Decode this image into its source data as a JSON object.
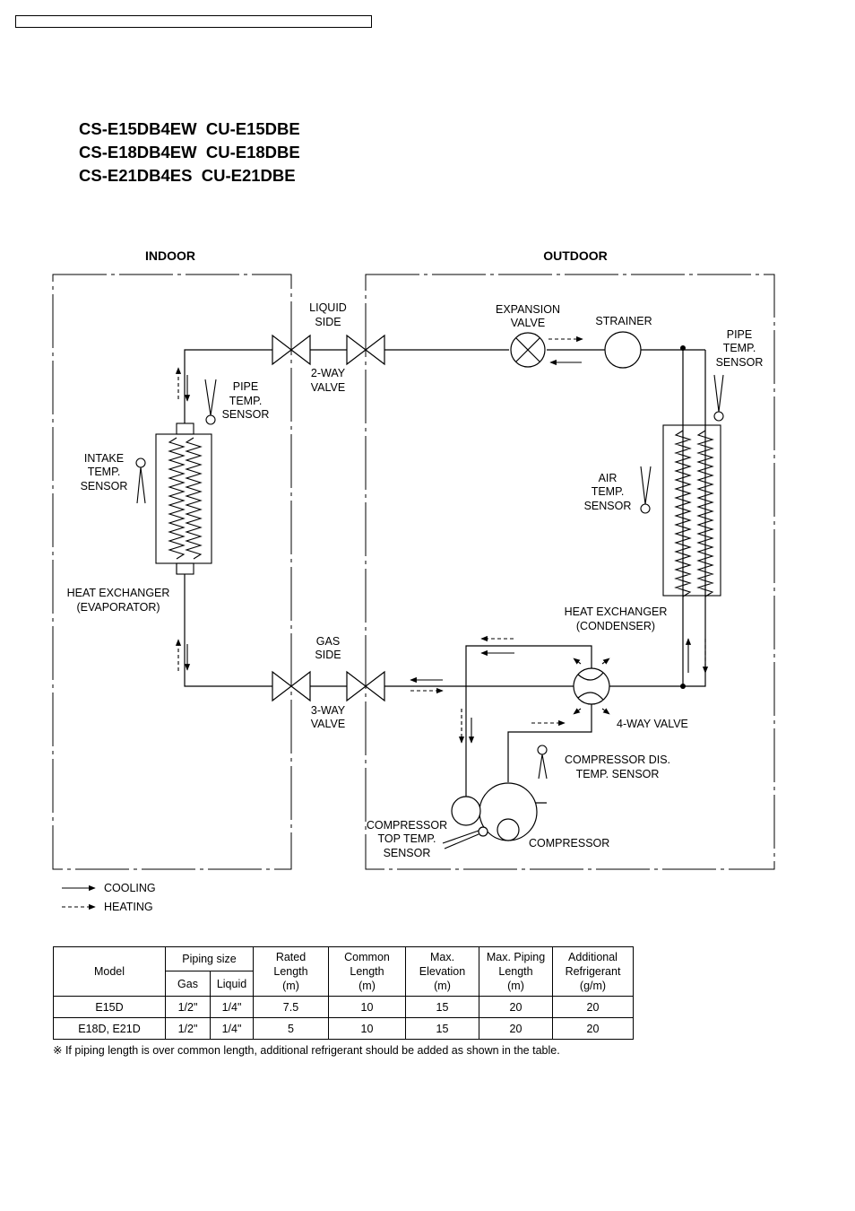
{
  "models": [
    "CS-E15DB4EW  CU-E15DBE",
    "CS-E18DB4EW  CU-E18DBE",
    "CS-E21DB4ES  CU-E21DBE"
  ],
  "diagram": {
    "indoor": "INDOOR",
    "outdoor": "OUTDOOR",
    "liquid_side": [
      "LIQUID",
      "SIDE"
    ],
    "two_way_valve": [
      "2-WAY",
      "VALVE"
    ],
    "gas_side": [
      "GAS",
      "SIDE"
    ],
    "three_way_valve": [
      "3-WAY",
      "VALVE"
    ],
    "pipe_sensor_in": [
      "PIPE",
      "TEMP.",
      "SENSOR"
    ],
    "intake_sensor": [
      "INTAKE",
      "TEMP.",
      "SENSOR"
    ],
    "heat_exchanger_evap": [
      "HEAT EXCHANGER",
      "(EVAPORATOR)"
    ],
    "expansion_valve": [
      "EXPANSION",
      "VALVE"
    ],
    "strainer": "STRAINER",
    "pipe_sensor_out": [
      "PIPE",
      "TEMP.",
      "SENSOR"
    ],
    "air_sensor": [
      "AIR",
      "TEMP.",
      "SENSOR"
    ],
    "heat_exchanger_cond": [
      "HEAT EXCHANGER",
      "(CONDENSER)"
    ],
    "four_way_valve": "4-WAY VALVE",
    "comp_dis_sensor": [
      "COMPRESSOR DIS.",
      "TEMP. SENSOR"
    ],
    "comp_top_sensor": [
      "COMPRESSOR",
      "TOP TEMP.",
      "SENSOR"
    ],
    "compressor": "COMPRESSOR"
  },
  "legend": {
    "cooling": "COOLING",
    "heating": "HEATING"
  },
  "table": {
    "model_header": "Model",
    "piping_size_header": "Piping size",
    "gas_header": "Gas",
    "liquid_header": "Liquid",
    "rated_length_header": [
      "Rated",
      "Length",
      "(m)"
    ],
    "common_length_header": [
      "Common",
      "Length",
      "(m)"
    ],
    "max_elevation_header": [
      "Max.",
      "Elevation",
      "(m)"
    ],
    "max_piping_header": [
      "Max. Piping",
      "Length",
      "(m)"
    ],
    "additional_ref_header": [
      "Additional",
      "Refrigerant",
      "(g/m)"
    ],
    "rows": [
      [
        "E15D",
        "1/2\"",
        "1/4\"",
        "7.5",
        "10",
        "15",
        "20",
        "20"
      ],
      [
        "E18D, E21D",
        "1/2\"",
        "1/4\"",
        "5",
        "10",
        "15",
        "20",
        "20"
      ]
    ]
  },
  "note": "※ If piping length is over common length, additional refrigerant should be added as shown in the table."
}
